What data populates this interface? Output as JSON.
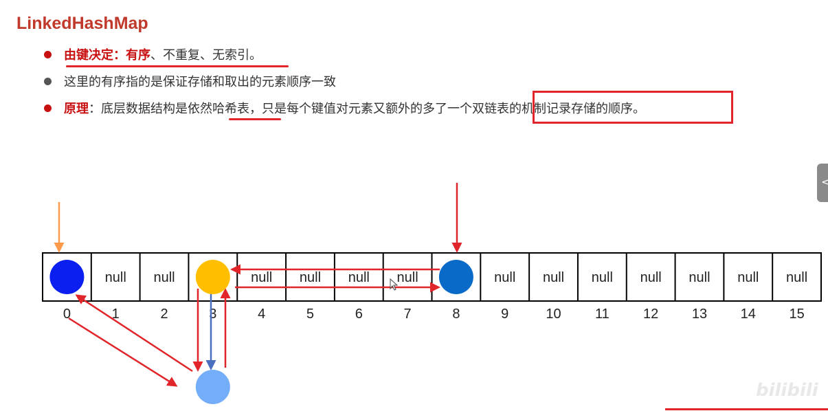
{
  "title": "LinkedHashMap",
  "bullets": [
    {
      "parts": [
        {
          "text": "由键决定：有序",
          "style": "red-bold"
        },
        {
          "text": "、不重复、无索引。",
          "style": "normal"
        }
      ]
    },
    {
      "parts": [
        {
          "text": "这里的有序指的是保证存储和取出的元素顺序一致",
          "style": "normal"
        }
      ]
    },
    {
      "parts": [
        {
          "text": "原理",
          "style": "red-bold"
        },
        {
          "text": "：底层数据结构是依然哈希表，只是每个键值对元素又额外的多了一个双链表的机制记录存储的顺序。",
          "style": "normal"
        }
      ]
    }
  ],
  "array": {
    "cells": [
      "",
      "null",
      "null",
      "",
      "null",
      "null",
      "null",
      "null",
      "",
      "null",
      "null",
      "null",
      "null",
      "null",
      "null",
      "null"
    ],
    "indices": [
      "0",
      "1",
      "2",
      "3",
      "4",
      "5",
      "6",
      "7",
      "8",
      "9",
      "10",
      "11",
      "12",
      "13",
      "14",
      "15"
    ]
  },
  "nodes": [
    {
      "id": "node-0",
      "cell": 0,
      "color": "#0a1ff0"
    },
    {
      "id": "node-3",
      "cell": 3,
      "color": "#ffbf00"
    },
    {
      "id": "node-8",
      "cell": 8,
      "color": "#0a6ac8"
    },
    {
      "id": "node-3-child",
      "cell": 3,
      "color": "#74aef8"
    }
  ],
  "colors": {
    "accent": "#e0252b",
    "title": "#c0392b",
    "orange_arrow": "#ff9a4a",
    "blue_arrow": "#4a6fbf"
  },
  "watermark": "bilibili",
  "side_tab_icon": "<"
}
